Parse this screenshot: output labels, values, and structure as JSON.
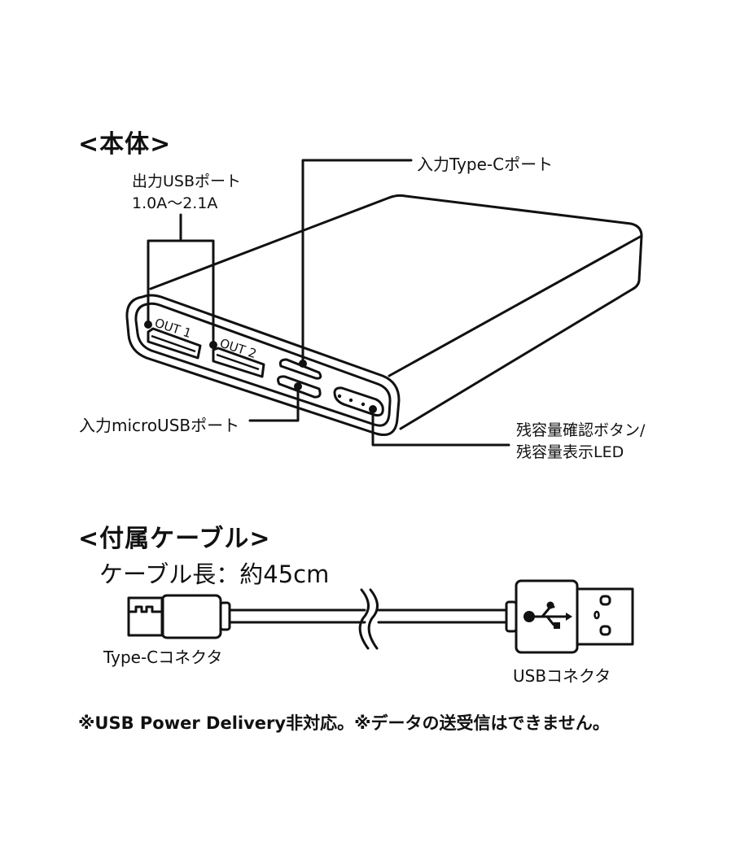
{
  "sections": {
    "body": {
      "title": "<本体>",
      "labels": {
        "output_usb": "出力USBポート",
        "output_current": "1.0A〜2.1A",
        "input_typec": "入力Type-Cポート",
        "input_microusb": "入力microUSBポート",
        "battery_button": "残容量確認ボタン/",
        "battery_led": "残容量表示LED"
      },
      "port_marks": {
        "out1": "OUT 1",
        "out2": "OUT 2"
      },
      "led_count": 4
    },
    "cable": {
      "title": "<付属ケーブル>",
      "length_label": "ケーブル長：約45cm",
      "typec_connector": "Type-Cコネクタ",
      "usb_connector": "USBコネクタ",
      "icons": [
        "usb-trident-icon",
        "break-mark-icon"
      ]
    }
  },
  "footnote": "※USB Power Delivery非対応。※データの送受信はできません。",
  "colors": {
    "line": "#111111",
    "background": "#ffffff"
  }
}
